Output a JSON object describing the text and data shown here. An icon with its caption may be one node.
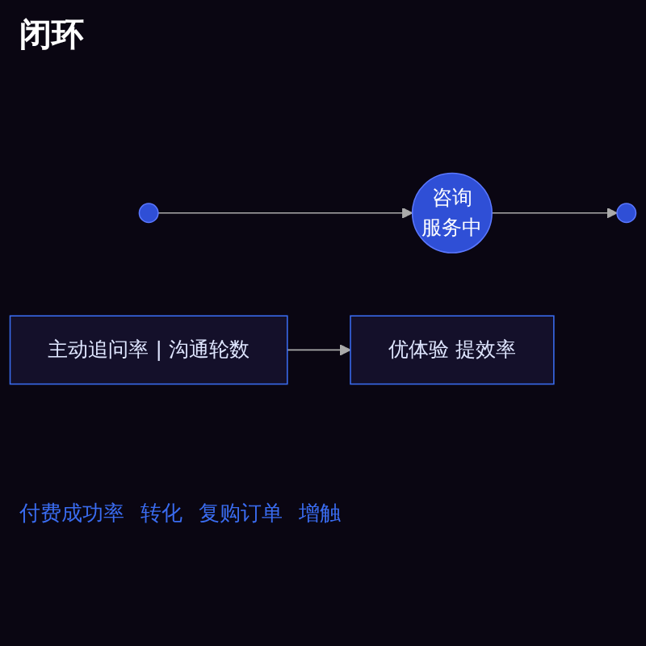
{
  "diagram": {
    "title": "闭环",
    "nodes": [
      {
        "text": [],
        "shape": "circle"
      },
      {
        "text": [
          "咨询",
          "服务中"
        ]
      },
      {
        "text": [],
        "shape": "circle"
      },
      {
        "text": [
          "主动追问率 | 沟通轮数"
        ]
      },
      {
        "text": [
          "优体验 提效率"
        ]
      }
    ],
    "edges": [
      {
        "from": 0,
        "to": 1,
        "arrow": "to"
      },
      {
        "from": 1,
        "to": 2,
        "arrow": "to"
      },
      {
        "from": 3,
        "to": 4,
        "arrow": "to"
      }
    ],
    "labels": [
      "付费成功率",
      "转化",
      "复购订单",
      "增触"
    ]
  }
}
